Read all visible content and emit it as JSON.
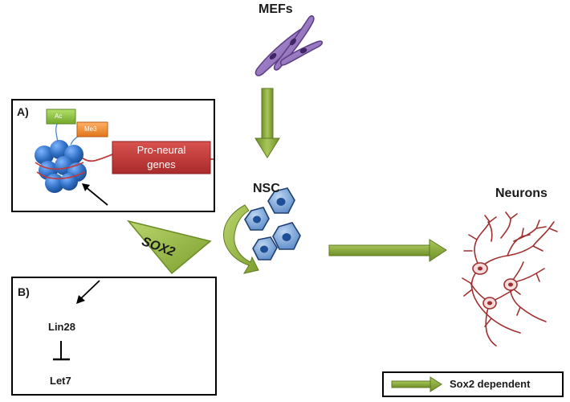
{
  "labels": {
    "mefs": "MEFs",
    "nsc": "NSC",
    "neurons": "Neurons",
    "sox2": "SOX2"
  },
  "panel_a": {
    "title": "A)",
    "ac_tag": "Ac",
    "me3_tag": "Me3",
    "gene_label_line1": "Pro-neural",
    "gene_label_line2": "genes"
  },
  "panel_b": {
    "title": "B)",
    "lin28": "Lin28",
    "let7": "Let7"
  },
  "legend": {
    "label": "Sox2 dependent"
  },
  "colors": {
    "arrow_green": "#8aab3a",
    "cell_purple": "#8e6fb8",
    "nsc_blue": "#4a76b8",
    "neuron_red": "#a03030",
    "gene_box_red": "#c0393b",
    "ac_green": "#8cc43c",
    "me3_orange": "#f08a24",
    "nucleosome_blue": "#2f6fc4"
  }
}
